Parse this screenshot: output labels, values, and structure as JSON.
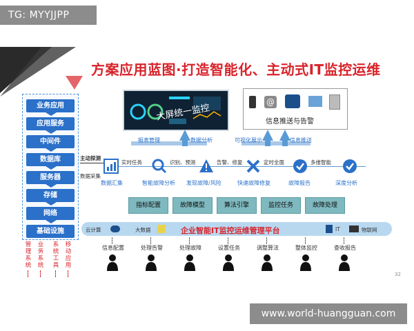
{
  "tag": "TG: MYYJJPP",
  "watermark": "www.world-huangguan.com",
  "slide_number": "32",
  "title": "方案应用蓝图·打造智能化、主动式IT监控运维",
  "stack": [
    "业务应用",
    "应用服务",
    "中间件",
    "数据库",
    "服务器",
    "存储",
    "网络",
    "基础设施"
  ],
  "side_columns": [
    "管理系统",
    "业务系统",
    "系统工具",
    "移动应用"
  ],
  "screen_caption": "大屏统一监控",
  "alert_caption": "信息推送与告警",
  "top_flows": [
    "报表管理",
    "数据分析",
    "可视化展示",
    "信息推送"
  ],
  "inputs": {
    "active": "主动探测",
    "collect": "数据采集"
  },
  "flow_steps": [
    {
      "label": "数据汇集",
      "arrow_label": "实时任务",
      "icon": "chart-icon"
    },
    {
      "label": "智能故障分析",
      "arrow_label": "识别、预测",
      "icon": "magnifier-icon"
    },
    {
      "label": "发现故障/风险",
      "arrow_label": "告警、修复",
      "icon": "warning-icon"
    },
    {
      "label": "快速故障修复",
      "arrow_label": "定时全面",
      "icon": "wrench-icon"
    },
    {
      "label": "故障报告",
      "arrow_label": "多维智能",
      "icon": "check-icon"
    },
    {
      "label": "深度分析",
      "arrow_label": "",
      "icon": "check-icon"
    }
  ],
  "modules": [
    "指标配置",
    "故障模型",
    "算法引擎",
    "监控任务",
    "故障处理"
  ],
  "platform": {
    "title": "企业智能IT监控运维管理平台",
    "left": [
      "云计算",
      "大数据"
    ],
    "right": [
      "IT",
      "物联网"
    ]
  },
  "roles": [
    "信息配置",
    "处理告警",
    "处理故障",
    "设置任务",
    "调整算法",
    "整体监控",
    "查收报告"
  ],
  "colors": {
    "accent": "#d8232a",
    "primary": "#2b70c9",
    "module": "#7fb9c0"
  }
}
